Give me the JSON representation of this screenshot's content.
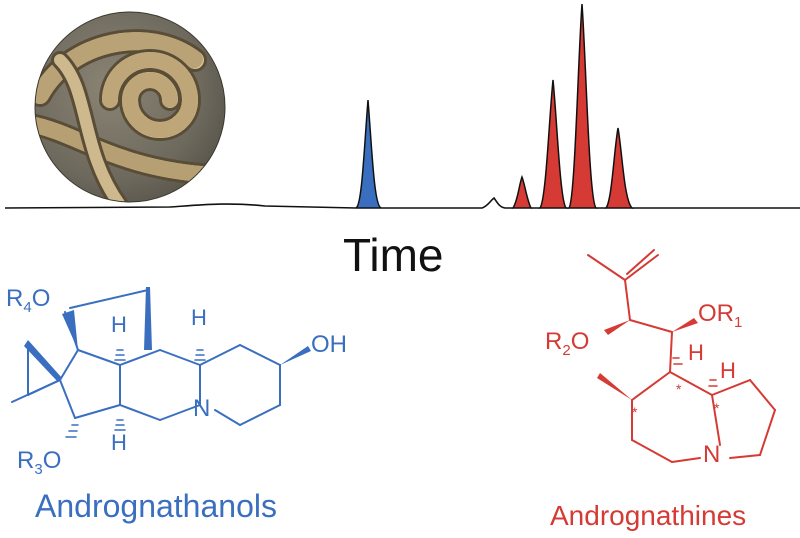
{
  "axis": {
    "x_label": "Time"
  },
  "colors": {
    "blue": "#3a6fc0",
    "red": "#d63a34",
    "trace": "#111111"
  },
  "blue_compound": {
    "name": "Andrognathanols",
    "labels": {
      "r4o": {
        "sym": "R",
        "sub": "4",
        "tail": "O"
      },
      "r3o": {
        "sym": "R",
        "sub": "3",
        "tail": "O"
      },
      "oh": "OH",
      "n": "N",
      "h_top_left": "H",
      "h_top_right": "H",
      "h_bottom": "H"
    }
  },
  "red_compound": {
    "name": "Andrognathines",
    "labels": {
      "r2o": {
        "sym": "R",
        "sub": "2",
        "tail": "O"
      },
      "or1": {
        "sym": "OR",
        "sub": "1",
        "tail": ""
      },
      "n": "N",
      "h_left": "H",
      "h_right": "H",
      "stereo_marks": "*"
    }
  },
  "photo": {
    "subject": "millipede-photo"
  }
}
